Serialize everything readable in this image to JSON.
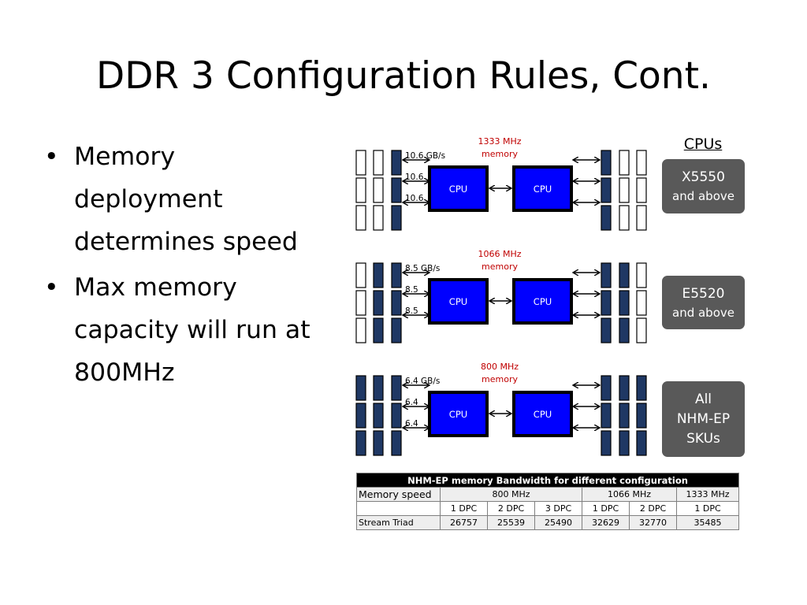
{
  "slide": {
    "title": "DDR 3 Configuration Rules, Cont.",
    "bullets": [
      "Memory deployment determines speed",
      "Max memory capacity will run at 800MHz"
    ]
  },
  "diagram": {
    "cpus_header": "CPUs",
    "cpu_label": "CPU",
    "configs": [
      {
        "memory_speed": "1333 MHz",
        "memory_word": "memory",
        "bandwidth_labels": [
          "10.6 GB/s",
          "10.6",
          "10.6"
        ],
        "dimm_pattern": [
          [
            "empty",
            "empty",
            "filled"
          ],
          [
            "empty",
            "empty",
            "filled"
          ],
          [
            "empty",
            "empty",
            "filled"
          ]
        ],
        "cpu_model": "X5550",
        "cpu_qualifier": "and above"
      },
      {
        "memory_speed": "1066 MHz",
        "memory_word": "memory",
        "bandwidth_labels": [
          "8.5 GB/s",
          "8.5",
          "8.5"
        ],
        "dimm_pattern": [
          [
            "empty",
            "filled",
            "filled"
          ],
          [
            "empty",
            "filled",
            "filled"
          ],
          [
            "empty",
            "filled",
            "filled"
          ]
        ],
        "cpu_model": "E5520",
        "cpu_qualifier": "and above"
      },
      {
        "memory_speed": "800 MHz",
        "memory_word": "memory",
        "bandwidth_labels": [
          "6.4 GB/s",
          "6.4",
          "6.4"
        ],
        "dimm_pattern": [
          [
            "filled",
            "filled",
            "filled"
          ],
          [
            "filled",
            "filled",
            "filled"
          ],
          [
            "filled",
            "filled",
            "filled"
          ]
        ],
        "cpu_model": "All",
        "cpu_qualifier_lines": [
          "NHM-EP",
          "SKUs"
        ]
      }
    ]
  },
  "table": {
    "caption": "NHM-EP memory Bandwidth for different configuration",
    "row_speed_label": "Memory speed",
    "speeds": [
      {
        "label": "800 MHz",
        "span": 3
      },
      {
        "label": "1066 MHz",
        "span": 2
      },
      {
        "label": "1333 MHz",
        "span": 1
      }
    ],
    "dpc_labels": [
      "1 DPC",
      "2 DPC",
      "3 DPC",
      "1 DPC",
      "2 DPC",
      "1 DPC"
    ],
    "row_triad_label": "Stream Triad",
    "triad_values": [
      "26757",
      "25539",
      "25490",
      "32629",
      "32770",
      "35485"
    ]
  },
  "colors": {
    "cpu_fill": "#0000ff",
    "dimm_filled": "#1f3864",
    "memory_speed_text": "#c00000",
    "badge_bg": "#595959"
  }
}
